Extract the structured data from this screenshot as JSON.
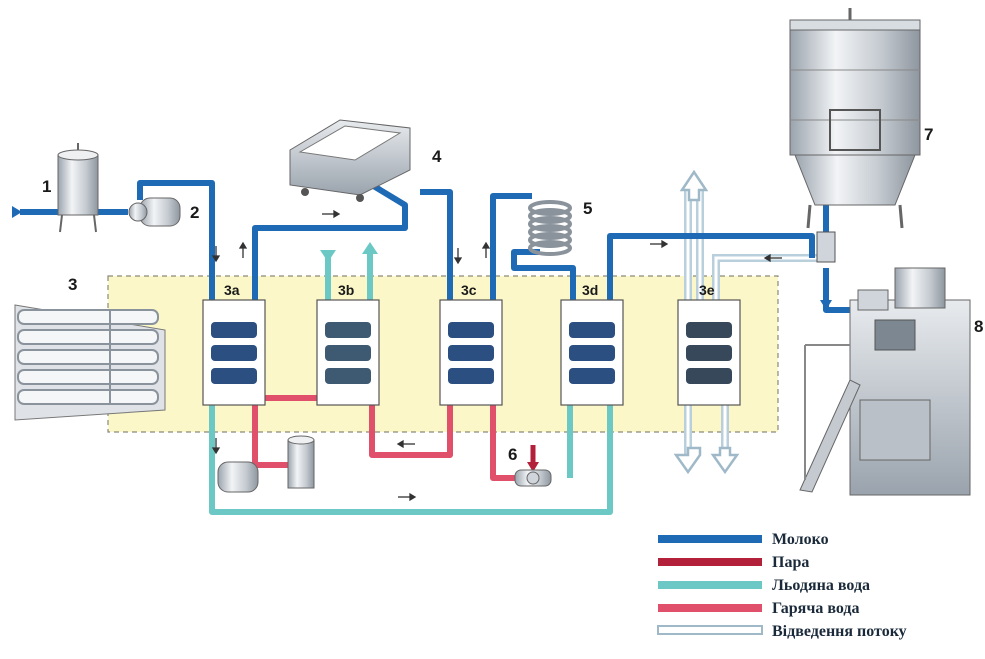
{
  "labels": {
    "n1": "1",
    "n2": "2",
    "n3": "3",
    "n4": "4",
    "n5": "5",
    "n6": "6",
    "n7": "7",
    "n8": "8"
  },
  "sections": [
    "3a",
    "3b",
    "3c",
    "3d",
    "3e"
  ],
  "legend": [
    {
      "label": "Молоко",
      "color": "#1e6ab4"
    },
    {
      "label": "Пара",
      "color": "#b3203a"
    },
    {
      "label": "Льодяна вода",
      "color": "#6cc8c4"
    },
    {
      "label": "Гаряча вода",
      "color": "#e0506a"
    },
    {
      "label": "Відведення потоку",
      "color": "#9fb9c8"
    }
  ],
  "colors": {
    "milk": "#1e6ab4",
    "steam": "#b3203a",
    "ice_water": "#6cc8c4",
    "hot_water": "#e0506a",
    "bypass": "#b9d0dc",
    "panel": "#fbf7c8"
  }
}
